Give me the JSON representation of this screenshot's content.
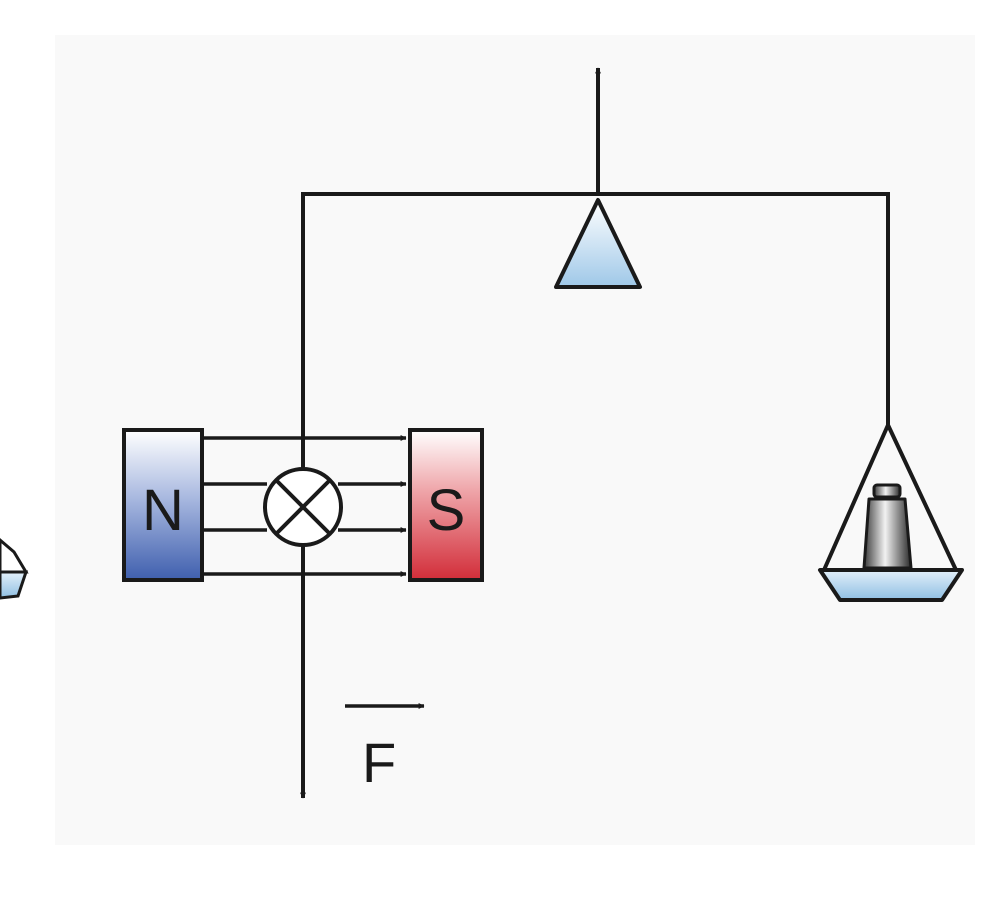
{
  "magnet": {
    "north_label": "N",
    "south_label": "S",
    "north_color": "#4a68b0",
    "south_color": "#d93a44"
  },
  "force": {
    "label": "F"
  },
  "colors": {
    "background": "#f9f9f9",
    "line": "#1a1a1a",
    "fulcrum_fill": "#a9d0ec",
    "pan_fill": "#bcd9ee"
  }
}
